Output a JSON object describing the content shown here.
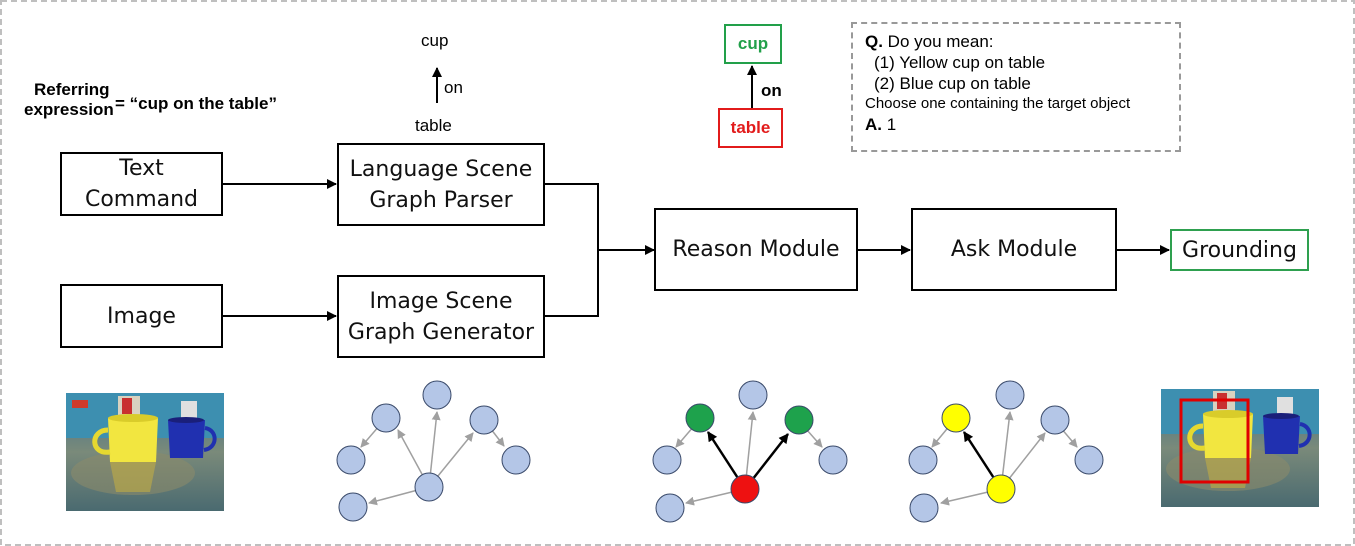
{
  "referring": {
    "label_line1": "Referring",
    "label_line2": "expression",
    "expression": "= “cup on the table”"
  },
  "parse_tree": {
    "top": "cup",
    "relation": "on",
    "bottom": "table"
  },
  "grounded_tree": {
    "top": "cup",
    "relation": "on",
    "bottom": "table",
    "top_color": "#22a04a",
    "bottom_color": "#e21b1b"
  },
  "qa_box": {
    "q_prefix": "Q.",
    "q_text": " Do you mean:",
    "option1": "(1) Yellow cup on table",
    "option2": "(2) Blue cup on table",
    "instruction": "Choose one containing the target object",
    "a_prefix": "A.",
    "a_text": " 1"
  },
  "modules": {
    "text_command": [
      "Text",
      "Command"
    ],
    "language_parser": [
      "Language Scene",
      "Graph Parser"
    ],
    "image": "Image",
    "image_generator": [
      "Image Scene",
      "Graph Generator"
    ],
    "reason": "Reason Module",
    "ask": "Ask Module",
    "grounding": "Grounding"
  },
  "colors": {
    "node_default": "#b4c6e7",
    "node_highlight_green": "#1ea24c",
    "node_root_red": "#ee1111",
    "node_yellow": "#ffff00",
    "grounding_border": "#2ea04f",
    "bbox_red": "#e00000"
  }
}
